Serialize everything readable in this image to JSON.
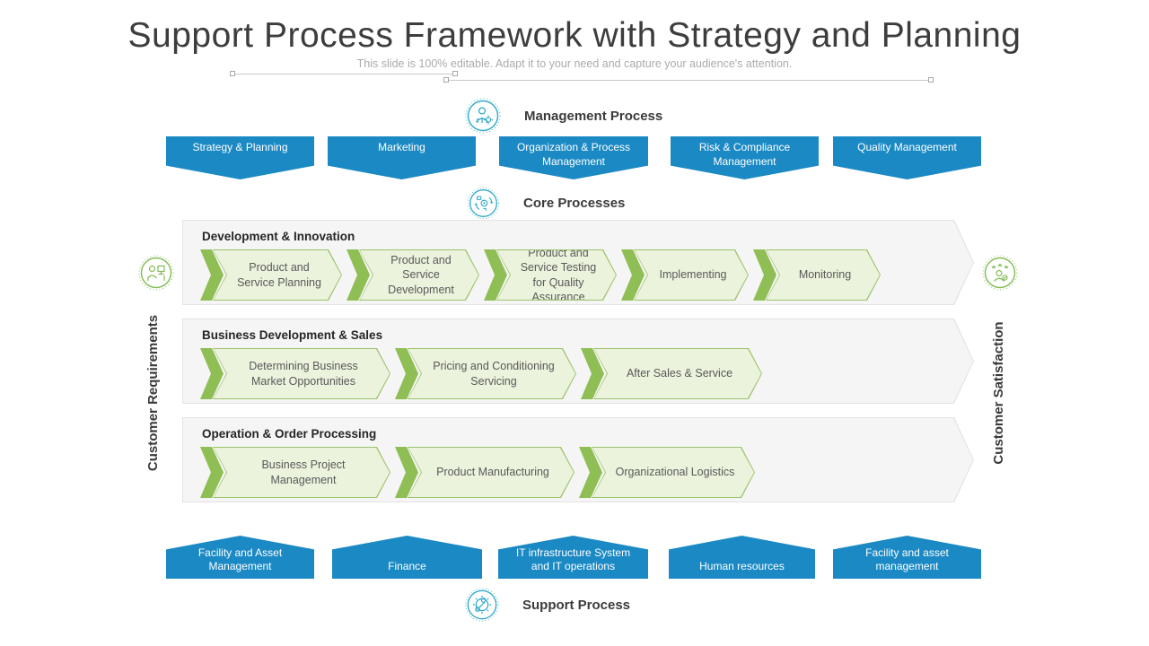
{
  "title": "Support Process Framework with Strategy and Planning",
  "subtitle": "This slide is 100% editable. Adapt it to your need and capture your audience's attention.",
  "headers": {
    "management": "Management Process",
    "core": "Core Processes",
    "support": "Support Process"
  },
  "management_items": [
    "Strategy & Planning",
    "Marketing",
    "Organization  & Process Management",
    "Risk & Compliance Management",
    "Quality Management"
  ],
  "support_items": [
    "Facility and Asset Management",
    "Finance",
    "IT infrastructure System and IT operations",
    "Human resources",
    "Facility and asset management"
  ],
  "core_bands": [
    {
      "title": "Development & Innovation",
      "steps": [
        "Product and Service Planning",
        "Product and Service Development",
        "Product and Service Testing for Quality Assurance",
        "Implementing",
        "Monitoring"
      ]
    },
    {
      "title": "Business  Development & Sales",
      "steps": [
        "Determining Business Market Opportunities",
        "Pricing and Conditioning Servicing",
        "After Sales & Service"
      ]
    },
    {
      "title": "Operation & Order Processing",
      "steps": [
        "Business Project Management",
        "Product Manufacturing",
        "Organizational Logistics"
      ]
    }
  ],
  "side_labels": {
    "left": "Customer Requirements",
    "right": "Customer Satisfaction"
  },
  "colors": {
    "blue_shape": "#1b89c4",
    "teal_icon": "#2fa9c8",
    "green_icon": "#82bb55",
    "green_chevron": "#8fbe55",
    "green_border": "#9cc26a",
    "green_fill": "#ebf3dd",
    "band_bg": "#f5f5f5"
  }
}
